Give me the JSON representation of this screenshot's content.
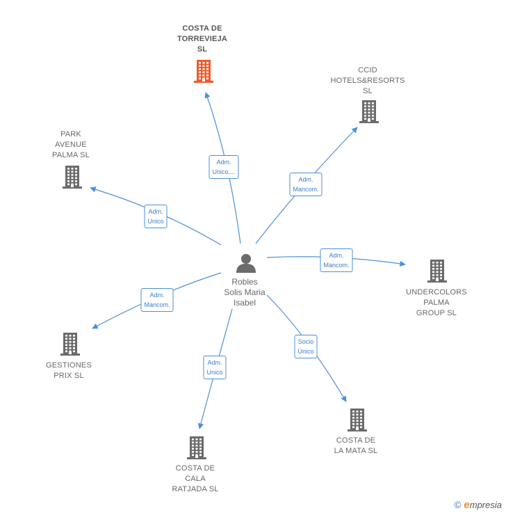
{
  "center": {
    "label_lines": [
      "Robles",
      "Solis Maria",
      "Isabel"
    ],
    "icon": "person-icon"
  },
  "companies": [
    {
      "id": "costa-de-torrevieja",
      "label_lines": [
        "COSTA DE",
        "TORREVIEJA",
        "SL"
      ],
      "focus": true,
      "color": "#f05a28"
    },
    {
      "id": "ccid-hotels",
      "label_lines": [
        "CCID",
        "HOTELS&RESORTS",
        "SL"
      ],
      "focus": false,
      "color": "#6b6b6b"
    },
    {
      "id": "park-avenue",
      "label_lines": [
        "PARK",
        "AVENUE",
        "PALMA SL"
      ],
      "focus": false,
      "color": "#6b6b6b"
    },
    {
      "id": "undercolors",
      "label_lines": [
        "UNDERCOLORS",
        "PALMA",
        "GROUP SL"
      ],
      "focus": false,
      "color": "#6b6b6b"
    },
    {
      "id": "gestiones-prix",
      "label_lines": [
        "GESTIONES",
        "PRIX  SL"
      ],
      "focus": false,
      "color": "#6b6b6b"
    },
    {
      "id": "costa-de-la-mata",
      "label_lines": [
        "COSTA DE",
        "LA MATA  SL"
      ],
      "focus": false,
      "color": "#6b6b6b"
    },
    {
      "id": "costa-de-cala-ratjada",
      "label_lines": [
        "COSTA DE",
        "CALA",
        "RATJADA  SL"
      ],
      "focus": false,
      "color": "#6b6b6b"
    }
  ],
  "relations": [
    {
      "target": "costa-de-torrevieja",
      "label_lines": [
        "Adm.",
        "Unico,..."
      ]
    },
    {
      "target": "ccid-hotels",
      "label_lines": [
        "Adm.",
        "Mancom."
      ]
    },
    {
      "target": "park-avenue",
      "label_lines": [
        "Adm.",
        "Unico"
      ]
    },
    {
      "target": "undercolors",
      "label_lines": [
        "Adm.",
        "Mancom."
      ]
    },
    {
      "target": "gestiones-prix",
      "label_lines": [
        "Adm.",
        "Mancom."
      ]
    },
    {
      "target": "costa-de-la-mata",
      "label_lines": [
        "Socio",
        "Único"
      ]
    },
    {
      "target": "costa-de-cala-ratjada",
      "label_lines": [
        "Adm.",
        "Unico"
      ]
    }
  ],
  "footer": {
    "copyright": "©",
    "brand_initial": "e",
    "brand_rest": "mpresia"
  },
  "colors": {
    "edge": "#4a90d9",
    "building": "#6b6b6b",
    "focus_building": "#f05a28"
  }
}
